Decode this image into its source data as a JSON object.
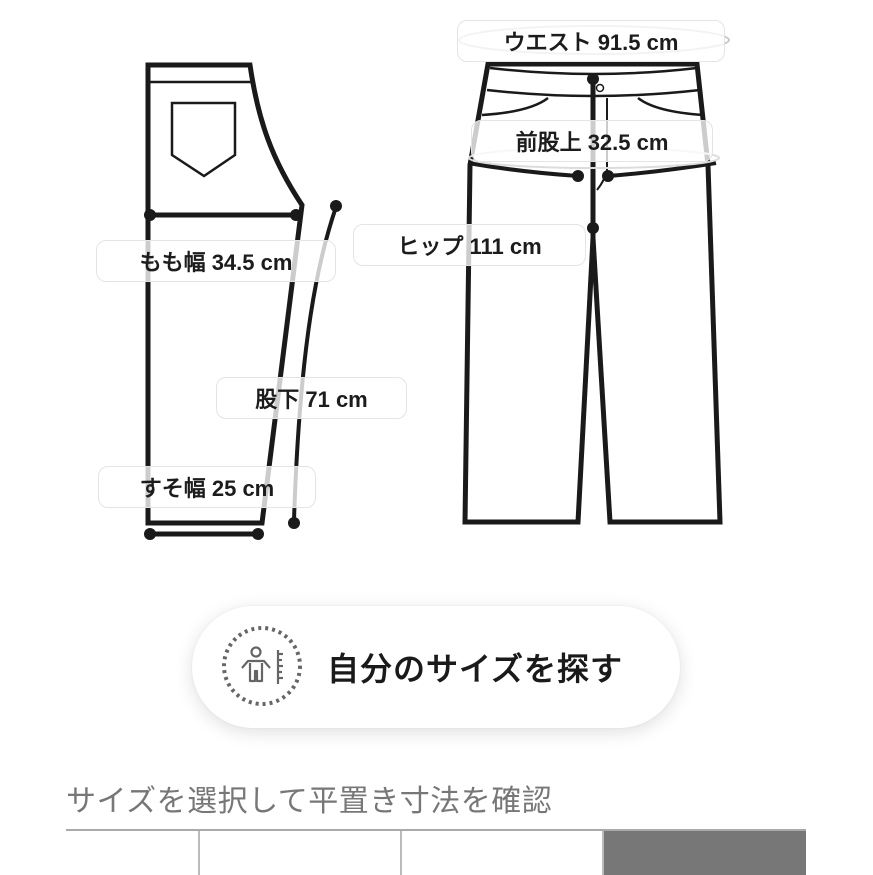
{
  "measurements": {
    "waist": "ウエスト 91.5 cm",
    "front_rise": "前股上 32.5 cm",
    "hip": "ヒップ 111 cm",
    "thigh_width": "もも幅 34.5 cm",
    "inseam": "股下 71 cm",
    "hem_width": "すそ幅 25 cm"
  },
  "find_size_button": {
    "label": "自分のサイズを探す",
    "icon": "body-measure-icon"
  },
  "size_selector": {
    "title": "サイズを選択して平置き寸法を確認",
    "selected_color": "#777777",
    "tabs": [
      {
        "label": "",
        "selected": false
      },
      {
        "label": "",
        "selected": false
      },
      {
        "label": "",
        "selected": false
      },
      {
        "label": "",
        "selected": true
      }
    ]
  },
  "colors": {
    "line": "#1a1a1a",
    "label_text": "#1c1c1c",
    "title_text": "#777777"
  }
}
